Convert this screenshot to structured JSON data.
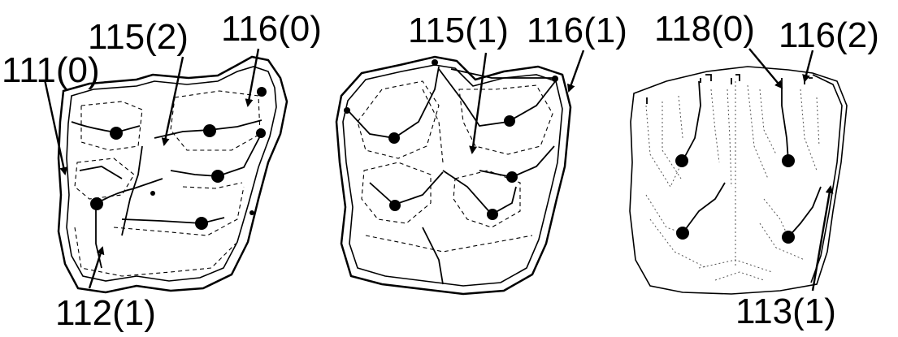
{
  "figure": {
    "labels": {
      "l111_0": "111(0)",
      "l115_2": "115(2)",
      "l116_0": "116(0)",
      "l112_1": "112(1)",
      "l115_1": "115(1)",
      "l116_1": "116(1)",
      "l118_0": "118(0)",
      "l116_2": "116(2)",
      "l113_1": "113(1)"
    }
  }
}
